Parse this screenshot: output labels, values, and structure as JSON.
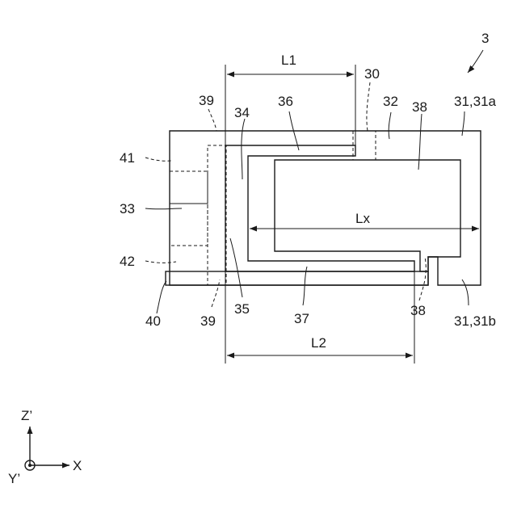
{
  "figure_ref": "3",
  "labels": {
    "l1": "L1",
    "l2": "L2",
    "lx": "Lx",
    "n30": "30",
    "n31a": "31,31a",
    "n31b": "31,31b",
    "n32": "32",
    "n33": "33",
    "n34": "34",
    "n35": "35",
    "n36": "36",
    "n37": "37",
    "n38_top": "38",
    "n38_bottom": "38",
    "n39_top": "39",
    "n39_bottom": "39",
    "n40": "40",
    "n41": "41",
    "n42": "42"
  },
  "axes": {
    "z": "Z’",
    "x": "X",
    "y": "Y’"
  }
}
